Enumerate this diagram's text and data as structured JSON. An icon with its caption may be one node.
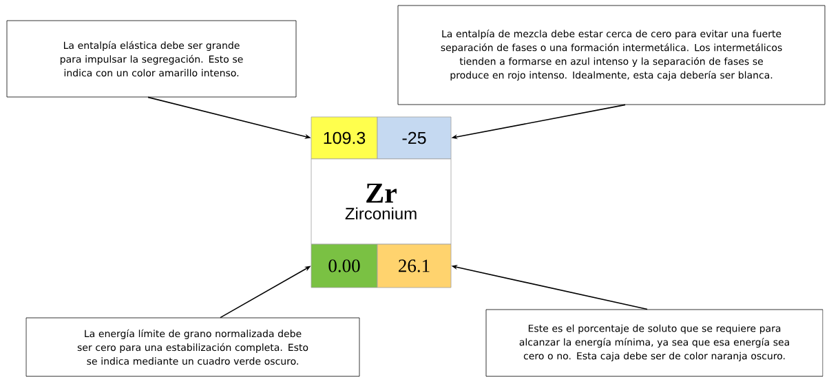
{
  "diagram": {
    "nodes": [
      {
        "text": [
          "La entalpía elástica debe ser grande para impulsar la segregación. Esto se indica con un color amarillo intenso."
        ]
      },
      {
        "text": [
          "La entalpía de mezcla debe estar cerca de cero para evitar una fuerte separación de fases o una formación intermetálica. Los intermetálicos tienden a formarse en azul intenso y la separación de fases se produce en rojo intenso. Idealmente, esta caja debería ser blanca."
        ]
      },
      {
        "text": [
          "109.3"
        ]
      },
      {
        "text": [
          "-25"
        ]
      },
      {
        "text": [
          "Zr",
          "Zirconium"
        ]
      },
      {
        "text": [
          "0.00"
        ]
      },
      {
        "text": [
          "26.1"
        ]
      },
      {
        "text": [
          "La energía límite de grano normalizada debe ser cero para una estabilización completa. Esto se indica mediante un cuadro verde oscuro."
        ]
      },
      {
        "text": [
          "Este es el porcentaje de soluto que se requiere para alcanzar la energía mínima, ya sea que esa energía sea cero o no. Esta caja debe ser de color naranja oscuro."
        ]
      }
    ],
    "edges": [
      {
        "from": 0,
        "to": 2,
        "arrow": "to"
      },
      {
        "from": 1,
        "to": 3,
        "arrow": "to"
      },
      {
        "from": 7,
        "to": 5,
        "arrow": "to"
      },
      {
        "from": 8,
        "to": 6,
        "arrow": "to"
      }
    ]
  }
}
